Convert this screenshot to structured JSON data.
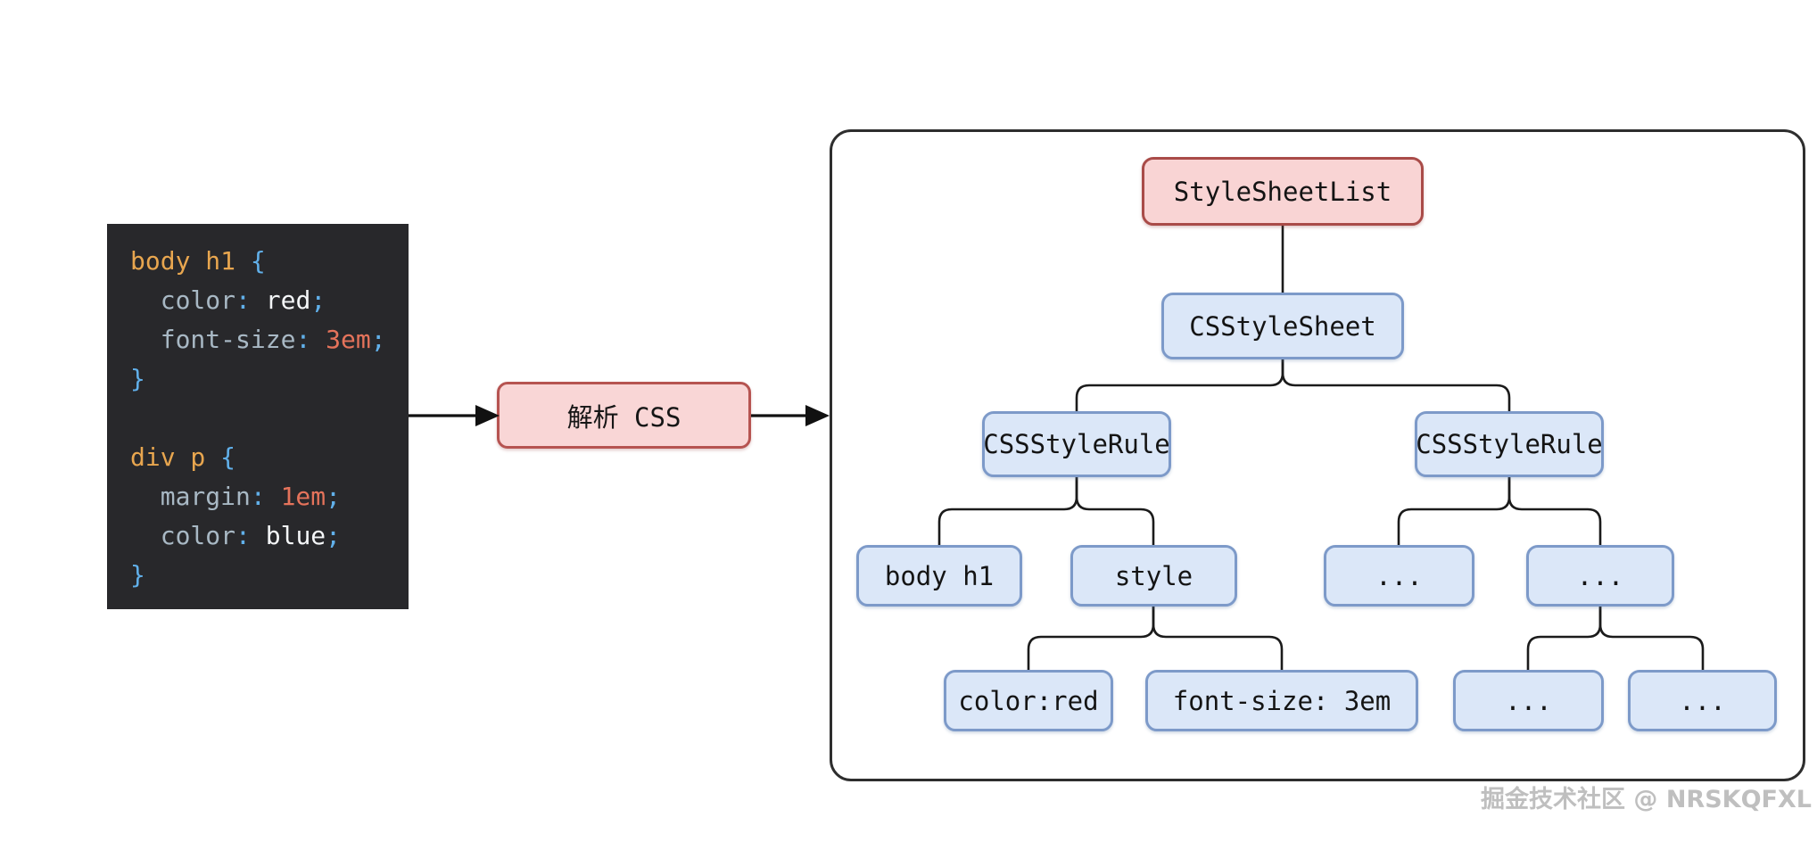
{
  "code_block": {
    "lines": [
      {
        "segs": [
          {
            "t": "body h1 ",
            "c": "sel"
          },
          {
            "t": "{",
            "c": "punc"
          }
        ]
      },
      {
        "segs": [
          {
            "t": "  color",
            "c": "prop"
          },
          {
            "t": ": ",
            "c": "punc"
          },
          {
            "t": "red",
            "c": "val"
          },
          {
            "t": ";",
            "c": "punc"
          }
        ]
      },
      {
        "segs": [
          {
            "t": "  font-size",
            "c": "prop"
          },
          {
            "t": ": ",
            "c": "punc"
          },
          {
            "t": "3em",
            "c": "num"
          },
          {
            "t": ";",
            "c": "punc"
          }
        ]
      },
      {
        "segs": [
          {
            "t": "}",
            "c": "punc"
          }
        ]
      },
      {
        "segs": [
          {
            "t": " ",
            "c": "plain"
          }
        ]
      },
      {
        "segs": [
          {
            "t": "div p ",
            "c": "sel"
          },
          {
            "t": "{",
            "c": "punc"
          }
        ]
      },
      {
        "segs": [
          {
            "t": "  margin",
            "c": "prop"
          },
          {
            "t": ": ",
            "c": "punc"
          },
          {
            "t": "1em",
            "c": "num"
          },
          {
            "t": ";",
            "c": "punc"
          }
        ]
      },
      {
        "segs": [
          {
            "t": "  color",
            "c": "prop"
          },
          {
            "t": ": ",
            "c": "punc"
          },
          {
            "t": "blue",
            "c": "val"
          },
          {
            "t": ";",
            "c": "punc"
          }
        ]
      },
      {
        "segs": [
          {
            "t": "}",
            "c": "punc"
          }
        ]
      }
    ]
  },
  "parse_box": {
    "label": "解析 CSS"
  },
  "tree": {
    "nodes": {
      "style_sheet_list": {
        "label": "StyleSheetList"
      },
      "css_style_sheet": {
        "label": "CSStyleSheet"
      },
      "css_style_rule_1": {
        "label": "CSSStyleRule"
      },
      "css_style_rule_2": {
        "label": "CSSStyleRule"
      },
      "body_h1": {
        "label": "body h1"
      },
      "style": {
        "label": "style"
      },
      "dots_1": {
        "label": "..."
      },
      "dots_2": {
        "label": "..."
      },
      "color_red": {
        "label": "color:red"
      },
      "font_size_3em": {
        "label": "font-size: 3em"
      },
      "dots_3": {
        "label": "..."
      },
      "dots_4": {
        "label": "..."
      }
    }
  },
  "watermark": {
    "text": "掘金技术社区 @ NRSKQFXL"
  },
  "colors": {
    "code_background": "#28282b",
    "code_selector": "#e8a64f",
    "code_property": "#a8b8c4",
    "code_punctuation": "#61b0ea",
    "code_value_keyword": "#f4f6f8",
    "code_value_number": "#e5735b",
    "pink_fill": "#f9d4d4",
    "pink_border": "#a94b48",
    "blue_fill": "#dbe7f8",
    "blue_border": "#7d9ac9",
    "connector_stroke": "#1b1b1b",
    "panel_border": "#2e2e2e",
    "watermark_gray": "#bfbfbf"
  }
}
